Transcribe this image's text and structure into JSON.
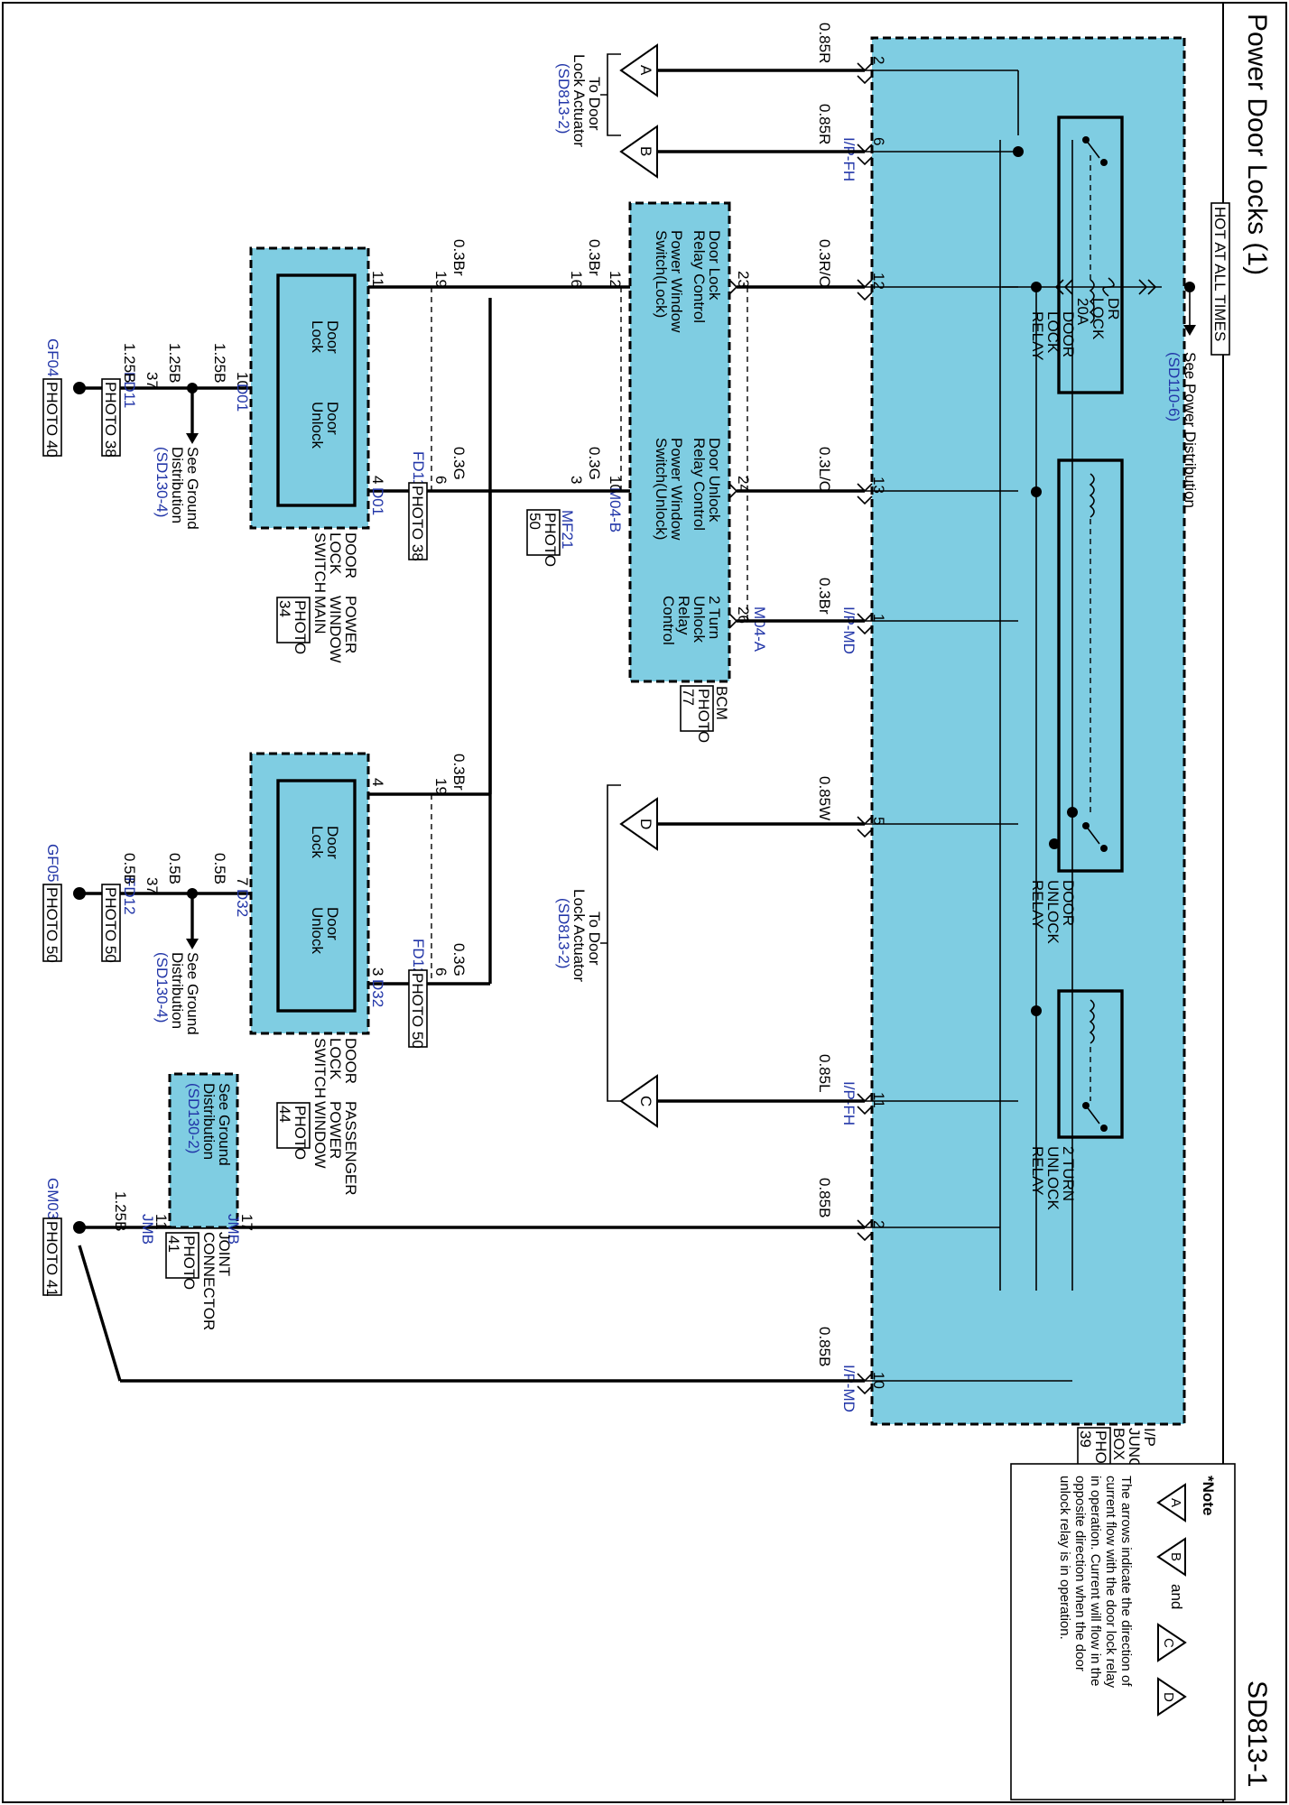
{
  "title": "Power Door Locks (1)",
  "page_code": "SD813-1",
  "hot_label": "HOT AT ALL TIMES",
  "power_dist": {
    "label": "See Power Distribution",
    "ref": "(SD110-6)"
  },
  "fuse": {
    "name1": "DR",
    "name2": "LOCK",
    "rating": "20A"
  },
  "relays": {
    "lock": [
      "DOOR",
      "LOCK",
      "RELAY"
    ],
    "unlock": [
      "DOOR",
      "UNLOCK",
      "RELAY"
    ],
    "two_turn": [
      "2 TURN",
      "UNLOCK",
      "RELAY"
    ]
  },
  "junction_box": {
    "name": [
      "I/P",
      "JUNCTION",
      "BOX"
    ],
    "photo": [
      "PHOTO",
      "39"
    ]
  },
  "bcm": {
    "name": "BCM",
    "photo": [
      "PHOTO",
      "77"
    ],
    "lines": [
      [
        "Door Lock",
        "Relay Control"
      ],
      [
        "Door Unlock",
        "Relay Control"
      ],
      [
        "2 Turn",
        "Unlock",
        "Relay",
        "Control"
      ],
      [
        "Power Window",
        "Switch(Lock)"
      ],
      [
        "Power Window",
        "Switch(Unlock)"
      ]
    ],
    "conn_b": "M04-B",
    "conn_a": "M04-A"
  },
  "junction_conns": {
    "fh": "I/P-FH",
    "md": "I/P-MD"
  },
  "actuator": {
    "lines": [
      "To Door",
      "Lock Actuator"
    ],
    "ref": "(SD813-2)"
  },
  "arrows": [
    "A",
    "B",
    "C",
    "D"
  ],
  "main_switch": {
    "name": [
      "POWER",
      "WINDOW",
      "MAIN",
      "DOOR",
      "LOCK",
      "SWITCH"
    ],
    "photo": [
      "PHOTO",
      "34"
    ],
    "inner": [
      "Door",
      "Lock",
      "Door",
      "Unlock"
    ],
    "conn": "D01"
  },
  "pass_switch": {
    "name": [
      "PASSENGER",
      "POWER",
      "WINDOW",
      "DOOR",
      "LOCK",
      "SWITCH"
    ],
    "photo": [
      "PHOTO",
      "44"
    ],
    "conn": "D32"
  },
  "joint_connector": {
    "name": [
      "JOINT",
      "CONNECTOR"
    ],
    "photo": [
      "PHOTO",
      "41"
    ],
    "conn": "JMB",
    "ground_text": [
      "See Ground",
      "Distribution"
    ],
    "ground_ref": "(SD130-2)"
  },
  "ground_dist": {
    "lines": [
      "See Ground",
      "Distribution"
    ],
    "ref": "(SD130-4)"
  },
  "wires": {
    "r085": "0.85R",
    "ro": "0.3R/O",
    "lo": "0.3L/O",
    "br": "0.3Br",
    "g": "0.3G",
    "w": "0.85W",
    "l": "0.85L",
    "b085": "0.85B",
    "b125": "1.25B",
    "b05": "0.5B"
  },
  "pins": [
    "2",
    "6",
    "12",
    "13",
    "1",
    "5",
    "11",
    "2",
    "10",
    "23",
    "24",
    "26",
    "12",
    "10",
    "16",
    "3",
    "19",
    "6",
    "11",
    "4",
    "10",
    "37",
    "19",
    "6",
    "4",
    "3",
    "7",
    "37",
    "17",
    "11"
  ],
  "connectors": {
    "mf21": "MF21",
    "photo_50": "PHOTO 50",
    "fd11": "FD11",
    "fd12": "FD12",
    "photo_38": "PHOTO 38",
    "photo_40": "PHOTO 40",
    "photo_41": "PHOTO 41",
    "gf04": "GF04",
    "gf05": "GF05",
    "gm03": "GM03",
    "photo": "PHOTO",
    "num_50": "50"
  },
  "note": {
    "title": "*Note",
    "and": "and",
    "lines": [
      "The arrows indicate the direction of",
      "current flow with the door lock relay",
      "in operation. Current will flow in the",
      "opposite direction when the door",
      "unlock relay is in operation."
    ]
  }
}
